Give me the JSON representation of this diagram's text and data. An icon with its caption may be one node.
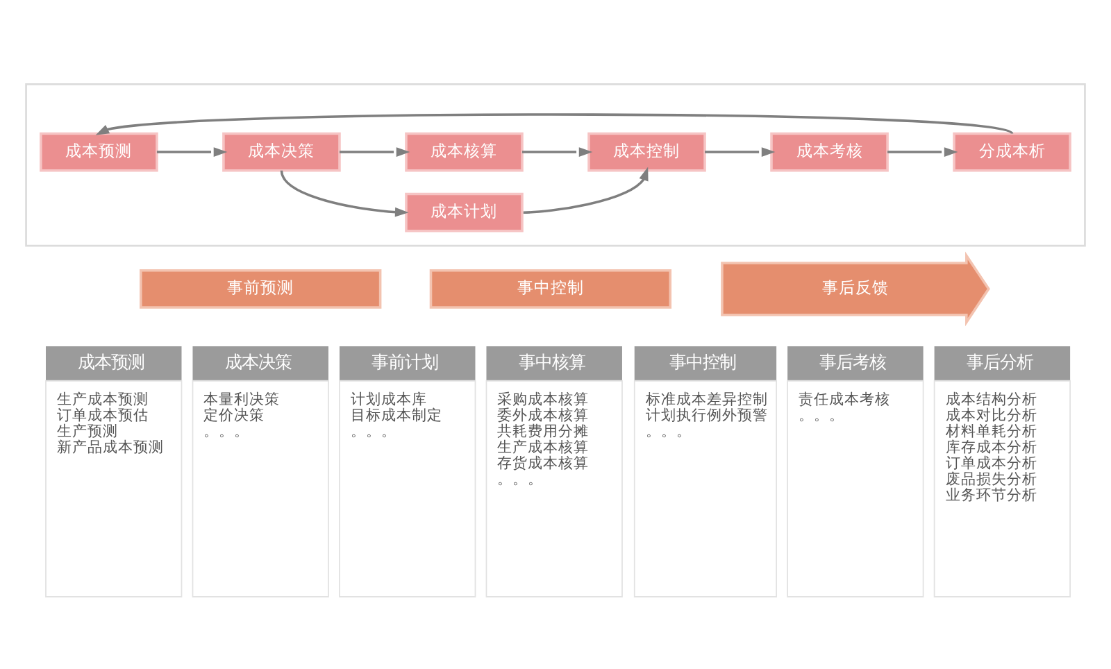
{
  "diagram": {
    "nodes": [
      {
        "text": [],
        "shape": "box"
      },
      {
        "text": [
          "成本预测"
        ],
        "in": 0
      },
      {
        "text": [
          "成本决策"
        ],
        "in": 0
      },
      {
        "text": [
          "成本核算"
        ],
        "in": 0
      },
      {
        "text": [
          "成本计划"
        ],
        "in": 0
      },
      {
        "text": [
          "成本控制"
        ],
        "in": 0
      },
      {
        "text": [
          "成本考核"
        ],
        "in": 0
      },
      {
        "text": [
          "分成本析"
        ],
        "in": 0
      },
      {
        "text": [
          "事前预测"
        ]
      },
      {
        "text": [
          "事中控制"
        ]
      },
      {
        "text": [
          "事后反馈"
        ]
      },
      {
        "text": [
          "成本预测",
          "生产成本预测",
          "订单成本预估",
          "生产预测",
          "新产品成本预测"
        ]
      },
      {
        "text": [
          "成本决策",
          "本量利决策",
          "定价决策",
          "。。。"
        ]
      },
      {
        "text": [
          "事前计划",
          "计划成本库",
          "目标成本制定",
          "。。。"
        ]
      },
      {
        "text": [
          "事中核算",
          "采购成本核算",
          "委外成本核算",
          "共耗费用分摊",
          "生产成本核算",
          "存货成本核算",
          "。。。"
        ]
      },
      {
        "text": [
          "事中控制",
          "标准成本差异控制",
          "计划执行例外预警",
          "。。。"
        ]
      },
      {
        "text": [
          "事后考核",
          "责任成本考核",
          "。。。"
        ]
      },
      {
        "text": [
          "事后分析",
          "成本结构分析",
          "成本对比分析",
          "材料单耗分析",
          "库存成本分析",
          "订单成本分析",
          "废品损失分析",
          "业务环节分析"
        ]
      }
    ],
    "edges": [
      {
        "from": 1,
        "to": 2,
        "arrow": "to"
      },
      {
        "from": 2,
        "to": 3,
        "arrow": "to"
      },
      {
        "from": 2,
        "to": 4,
        "arrow": "to"
      },
      {
        "from": 3,
        "to": 5,
        "arrow": "to"
      },
      {
        "from": 4,
        "to": 5,
        "arrow": "to"
      },
      {
        "from": 5,
        "to": 6,
        "arrow": "to"
      },
      {
        "from": 6,
        "to": 7,
        "arrow": "to"
      },
      {
        "from": 7,
        "to": 1,
        "arrow": "to"
      }
    ]
  }
}
